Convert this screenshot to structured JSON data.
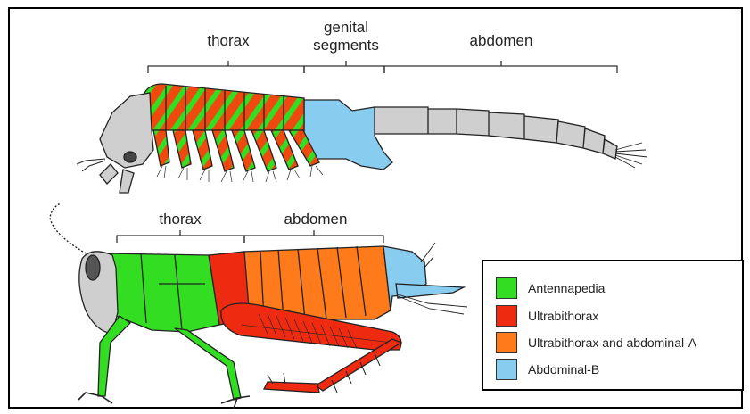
{
  "labels": {
    "upper_thorax": "thorax",
    "genital_line1": "genital",
    "genital_line2": "segments",
    "upper_abdomen": "abdomen",
    "lower_thorax": "thorax",
    "lower_abdomen": "abdomen"
  },
  "legend": {
    "items": [
      {
        "label": "Antennapedia",
        "color": "#33dd22"
      },
      {
        "label": "Ultrabithorax",
        "color": "#ee2a10"
      },
      {
        "label": "Ultrabithorax and abdominal-A",
        "color": "#ff7a1a"
      },
      {
        "label": "Abdominal-B",
        "color": "#88ccf0"
      }
    ]
  },
  "colors": {
    "antennapedia": "#33dd22",
    "ultrabithorax": "#ee2a10",
    "ubx_abda": "#ff7a1a",
    "abdominal_b": "#88ccf0",
    "unexpressed": "#cfcfcf",
    "outline": "#222222"
  }
}
